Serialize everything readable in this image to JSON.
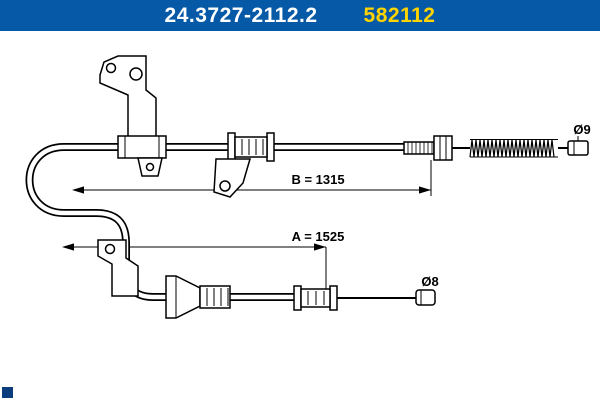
{
  "header": {
    "part_number": "24.3727-2112.2",
    "ref_number": "582112"
  },
  "diagram": {
    "dimension_b_label": "B = 1315",
    "dimension_a_label": "A = 1525",
    "diameter_top_label": "Ø9",
    "diameter_bottom_label": "Ø8"
  },
  "colors": {
    "header_bg": "#0659a6",
    "part_number_text": "#ffffff",
    "ref_number_text": "#ffd400",
    "line": "#000000",
    "background": "#ffffff"
  }
}
